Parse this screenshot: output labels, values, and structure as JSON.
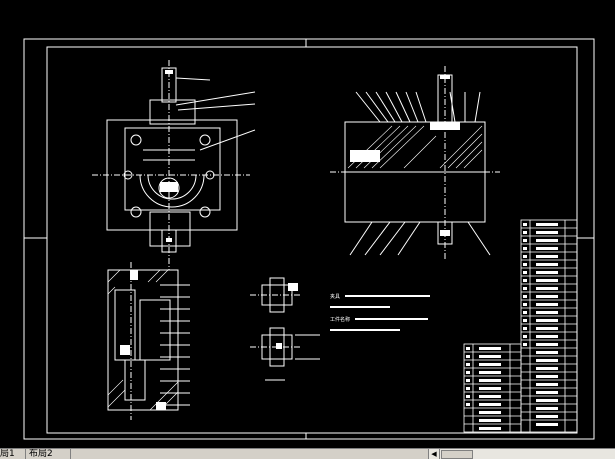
{
  "app": {
    "title": "AutoCAD fixture assembly drawing"
  },
  "colors": {
    "background": "#000000",
    "line": "#ffffff",
    "tab_bar": "#d4d0c8"
  },
  "layout_tabs": [
    {
      "label": "局1"
    },
    {
      "label": "布局2"
    }
  ],
  "drawing": {
    "notes": [
      {
        "label": "夹具"
      },
      {
        "label": "工件名称"
      }
    ]
  }
}
